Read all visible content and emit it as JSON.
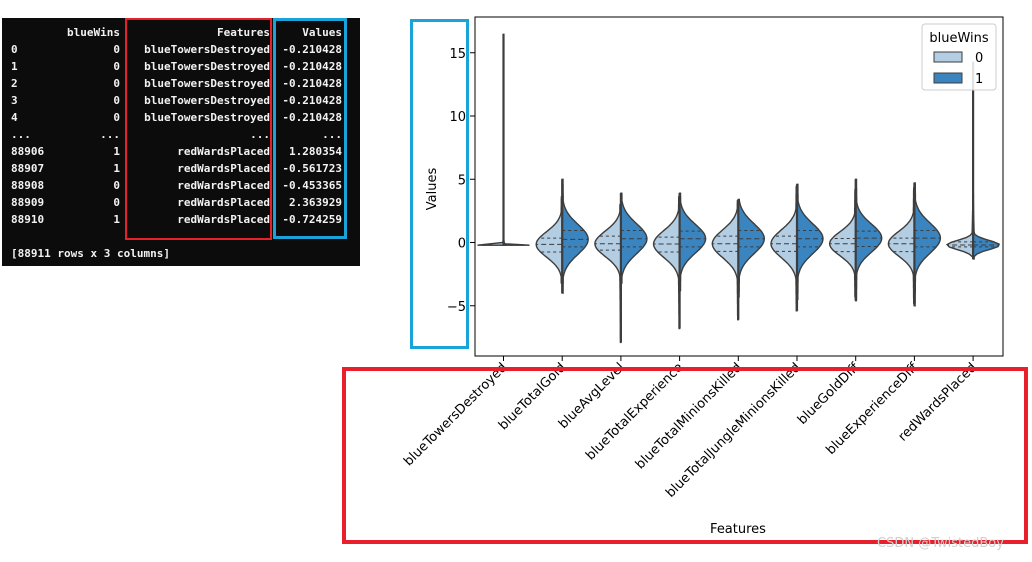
{
  "dataframe": {
    "columns": [
      "",
      "blueWins",
      "Features",
      "Values"
    ],
    "rows": [
      [
        "0",
        "0",
        "blueTowersDestroyed",
        "-0.210428"
      ],
      [
        "1",
        "0",
        "blueTowersDestroyed",
        "-0.210428"
      ],
      [
        "2",
        "0",
        "blueTowersDestroyed",
        "-0.210428"
      ],
      [
        "3",
        "0",
        "blueTowersDestroyed",
        "-0.210428"
      ],
      [
        "4",
        "0",
        "blueTowersDestroyed",
        "-0.210428"
      ],
      [
        "...",
        "...",
        "...",
        "..."
      ],
      [
        "88906",
        "1",
        "redWardsPlaced",
        "1.280354"
      ],
      [
        "88907",
        "1",
        "redWardsPlaced",
        "-0.561723"
      ],
      [
        "88908",
        "0",
        "redWardsPlaced",
        "-0.453365"
      ],
      [
        "88909",
        "0",
        "redWardsPlaced",
        "2.363929"
      ],
      [
        "88910",
        "1",
        "redWardsPlaced",
        "-0.724259"
      ]
    ],
    "footer": "[88911 rows x 3 columns]"
  },
  "chart_data": {
    "type": "violin",
    "split": true,
    "inner": "quartile",
    "xlabel": "Features",
    "ylabel": "Values",
    "categories": [
      "blueTowersDestroyed",
      "blueTotalGold",
      "blueAvgLevel",
      "blueTotalExperience",
      "blueTotalMinionsKilled",
      "blueTotalJungleMinionsKilled",
      "blueGoldDiff",
      "blueExperienceDiff",
      "redWardsPlaced"
    ],
    "yticks": [
      -5,
      0,
      5,
      10,
      15
    ],
    "ylim": [
      -8.5,
      17.5
    ],
    "grid": false,
    "legend": {
      "title": "blueWins",
      "position": "top-right",
      "entries": [
        "0",
        "1"
      ]
    },
    "series": [
      {
        "name": "0",
        "color": "#b3cde3",
        "min": [
          -0.21,
          -3.2,
          -7.9,
          -6.8,
          -6.1,
          -5.4,
          -4.3,
          -4.8,
          -1.1
        ],
        "q1": [
          -0.21,
          -0.75,
          -0.6,
          -0.75,
          -0.7,
          -0.7,
          -0.72,
          -0.72,
          -0.35
        ],
        "median": [
          -0.21,
          -0.15,
          -0.1,
          -0.12,
          -0.1,
          -0.1,
          -0.1,
          -0.1,
          -0.2
        ],
        "q3": [
          -0.21,
          0.35,
          0.5,
          0.42,
          0.5,
          0.5,
          0.32,
          0.35,
          0.05
        ],
        "max": [
          16.5,
          3.6,
          3.0,
          3.6,
          3.3,
          4.4,
          4.2,
          4.3,
          13.8
        ]
      },
      {
        "name": "1",
        "color": "#3a84bf",
        "min": [
          -0.21,
          -4.0,
          -3.2,
          -3.8,
          -4.3,
          -4.5,
          -4.6,
          -5.0,
          -1.3
        ],
        "q1": [
          -0.21,
          -0.35,
          -0.35,
          -0.35,
          -0.35,
          -0.35,
          -0.32,
          -0.35,
          -0.35
        ],
        "median": [
          -0.21,
          0.25,
          0.3,
          0.3,
          0.3,
          0.3,
          0.35,
          0.35,
          -0.2
        ],
        "q3": [
          -0.21,
          0.95,
          0.95,
          0.9,
          0.95,
          0.95,
          0.9,
          0.95,
          0.05
        ],
        "max": [
          4.0,
          5.0,
          3.9,
          3.9,
          3.4,
          4.6,
          5.0,
          4.7,
          14.3
        ]
      }
    ]
  },
  "watermark": "CSDN @TwistedBoy"
}
